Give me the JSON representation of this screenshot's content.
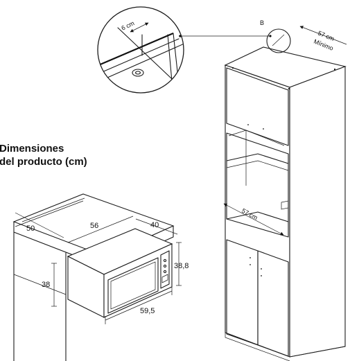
{
  "title": {
    "line1": "Dimensiones",
    "line2": "del producto (cm)"
  },
  "microwave": {
    "width": "56",
    "depth": "40",
    "height": "38,8",
    "niche_width": "59,5",
    "niche_height": "38",
    "niche_depth": "50"
  },
  "cabinet": {
    "interior_width": "57 cm",
    "top_clearance": "57 cm",
    "top_clearance_note": "Mínimo",
    "point_label": "B"
  },
  "detail": {
    "gap": "6 cm"
  }
}
